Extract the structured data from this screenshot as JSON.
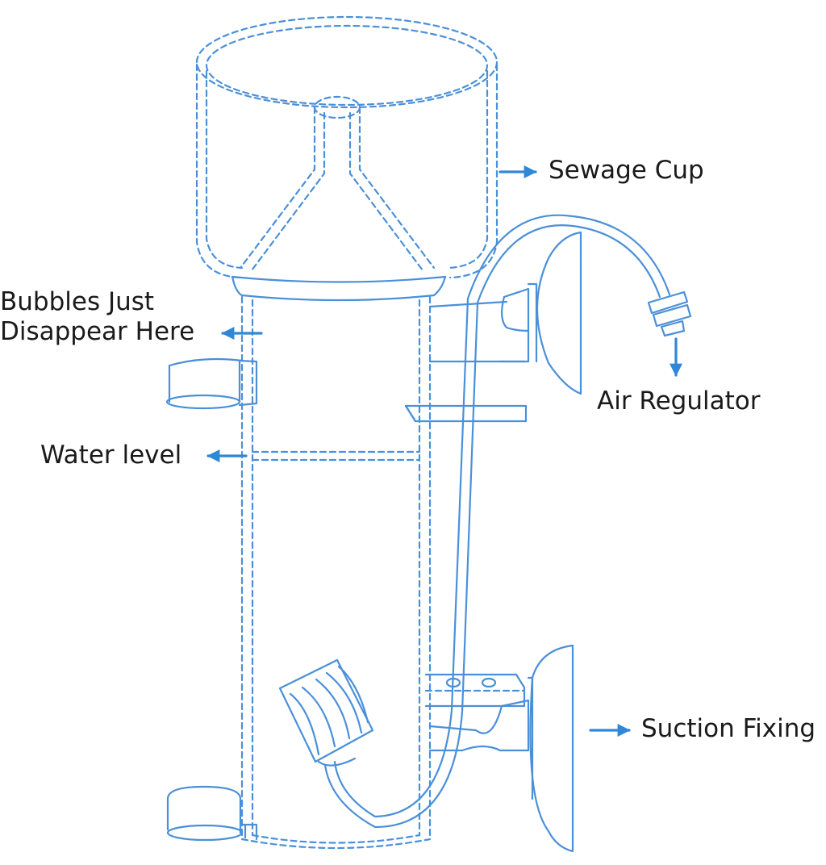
{
  "colors": {
    "line": "#4a90d9",
    "arrow": "#2f87d8",
    "text": "#1a1a1a",
    "background": "#ffffff"
  },
  "labels": {
    "sewage_cup": "Sewage Cup",
    "bubbles_line1": "Bubbles Just",
    "bubbles_line2": "Disappear Here",
    "air_regulator": "Air Regulator",
    "water_level": "Water level",
    "suction_fixing": "Suction Fixing"
  }
}
